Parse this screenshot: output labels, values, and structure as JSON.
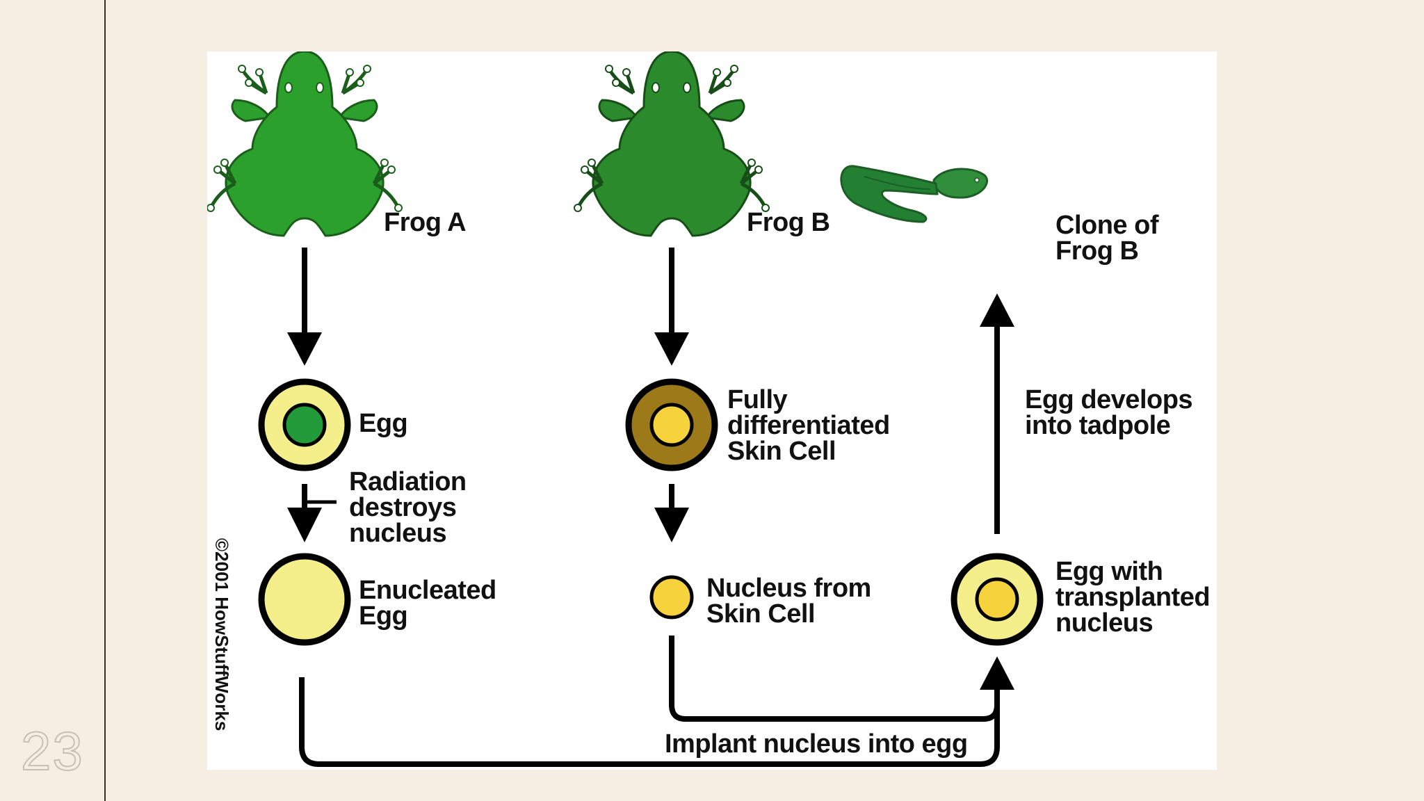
{
  "slide": {
    "number": "23"
  },
  "figure": {
    "labels": {
      "frog_a": "Frog A",
      "frog_b": "Frog B",
      "clone": "Clone of\nFrog B",
      "egg": "Egg",
      "radiation": "Radiation\ndestroys\nnucleus",
      "enucleated_egg": "Enucleated\nEgg",
      "skin_cell": "Fully\ndifferentiated\nSkin Cell",
      "nucleus_from_skin": "Nucleus from\nSkin Cell",
      "egg_develops": "Egg develops\ninto tadpole",
      "egg_transplanted": "Egg with\ntransplanted\nnucleus",
      "implant": "Implant nucleus into egg"
    },
    "copyright": "©2001 HowStuffWorks",
    "colors": {
      "frog_a": "#2ca02c",
      "frog_b": "#2b8a2b",
      "tadpole": "#2f8f3a",
      "egg_yolk": "#f4ef8a",
      "nucleus_green": "#239b3a",
      "skin_cell": "#9c7a1a",
      "nucleus_yellow": "#f6d23c"
    }
  }
}
